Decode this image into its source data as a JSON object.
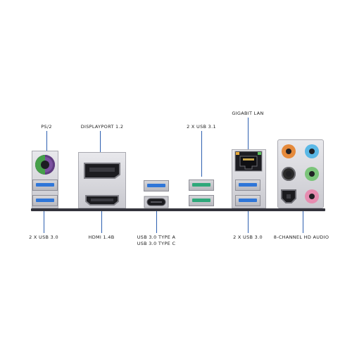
{
  "labels": {
    "ps2": "PS/2",
    "displayport": "DISPLAYPORT 1.2",
    "usb31": "2 X USB 3.1",
    "gigabit_lan": "GIGABIT LAN",
    "usb30_left": "2 X USB 3.0",
    "hdmi": "HDMI 1.4B",
    "usb30_type_a": "USB 3.0 TYPE A",
    "usb30_type_c": "USB 3.0 TYPE C",
    "usb30_right": "2 X USB 3.0",
    "hd_audio": "8-CHANNEL HD AUDIO"
  },
  "icons": {
    "ps2_port": "ps2-combo-port-icon",
    "usb_port": "usb-port-icon",
    "displayport": "displayport-icon",
    "hdmi": "hdmi-port-icon",
    "usb_c": "usb-type-c-icon",
    "lan": "ethernet-port-icon",
    "audio": "audio-jack-icon",
    "optical": "optical-spdif-icon"
  },
  "colors": {
    "leader_line": "#2d5fb0",
    "usb3_blue": "#2f76d8",
    "usb31_teal": "#2ea87a",
    "ps2_purple": "#7b50a0",
    "ps2_green": "#46a04a",
    "jack_orange": "#e58a3c",
    "jack_blue": "#5ab8e6",
    "jack_black": "#2a2a2a",
    "jack_gray": "#9a9aa2",
    "jack_green": "#7bc47a",
    "jack_pink": "#e68cb0"
  }
}
